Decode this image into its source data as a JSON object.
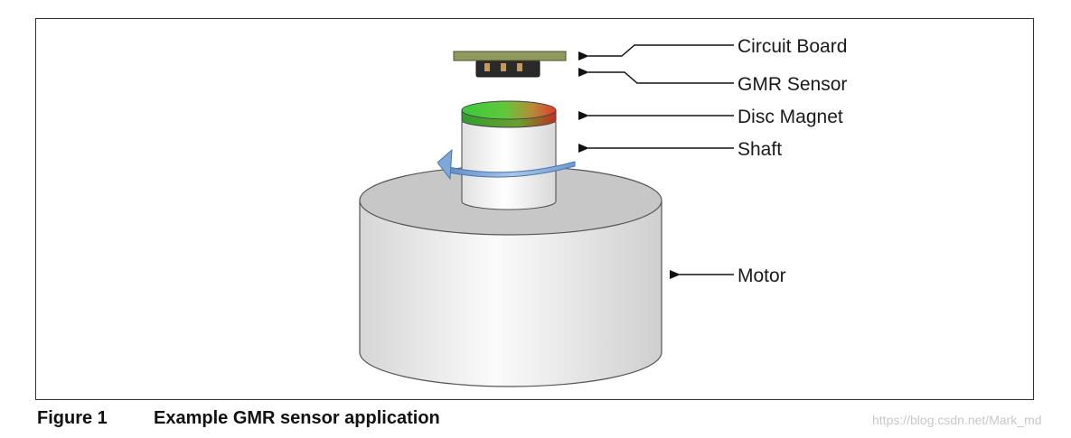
{
  "figure": {
    "labels": {
      "circuit_board": "Circuit Board",
      "gmr_sensor": "GMR Sensor",
      "disc_magnet": "Disc Magnet",
      "shaft": "Shaft",
      "motor": "Motor"
    },
    "caption": {
      "number": "Figure 1",
      "text": "Example GMR sensor application"
    },
    "watermark": "https://blog.csdn.net/Mark_md"
  },
  "colors": {
    "circuit_board": "#8e9a5c",
    "sensor_body": "#2a2a2a",
    "sensor_pins": "#c79a5a",
    "magnet_north": "#3ec93e",
    "magnet_south": "#e23a2a",
    "rotation_arrow": "#7fa8d8",
    "motor_body": "#eeeeee",
    "motor_top": "#c7c7c7"
  }
}
